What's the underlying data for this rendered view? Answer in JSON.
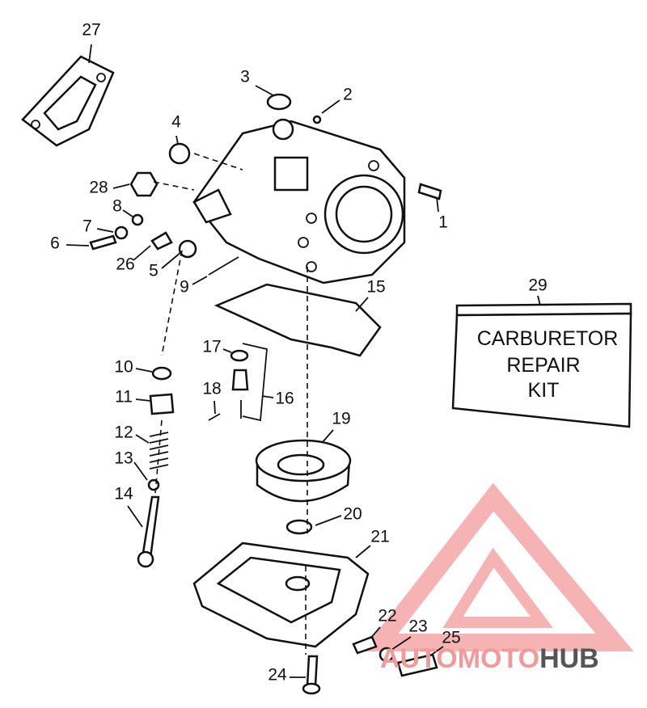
{
  "title": "Carburetor exploded parts diagram",
  "callouts": [
    "1",
    "2",
    "3",
    "4",
    "5",
    "6",
    "7",
    "8",
    "9",
    "10",
    "11",
    "12",
    "13",
    "14",
    "15",
    "16",
    "17",
    "18",
    "19",
    "20",
    "21",
    "22",
    "23",
    "24",
    "25",
    "26",
    "27",
    "28",
    "29"
  ],
  "kit_box": {
    "line1": "CARBURETOR",
    "line2": "REPAIR",
    "line3": "KIT"
  },
  "watermark": {
    "part1": "AUTOMOTO",
    "part2": "HUB",
    "color1": "#f29a9a",
    "color2": "#555555"
  }
}
